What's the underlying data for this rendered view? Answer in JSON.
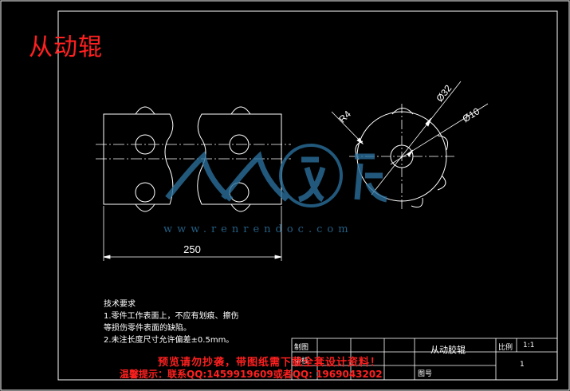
{
  "drawing_title": "从动辊",
  "dimensions": {
    "length": "250",
    "radius": "R4",
    "outer_diameter": "Ø32",
    "inner_diameter": "Ø10"
  },
  "technical_requirements": {
    "heading": "技术要求",
    "lines": [
      "1.零件工作表面上，不应有划痕、擦伤",
      "等损伤零件表面的缺陷。",
      "2.未注长度尺寸允许偏差±0.5mm。"
    ]
  },
  "title_block": {
    "drawn_by": "制图",
    "reviewed_by": "审核",
    "part_name": "从动胶辊",
    "scale_label": "比例",
    "scale_value": "1:1",
    "sheet": "1",
    "material_partial": "图号"
  },
  "watermark": {
    "site_url": "www.renrendoc.com",
    "notice_1": "预览请勿抄袭，带图纸需下载全套设计资料！",
    "notice_2": "温馨提示：联系QQ:1459919609或者QQ: 1969043202"
  },
  "colors": {
    "background": "#000000",
    "lines": "#ffffff",
    "title": "#ff2020",
    "watermark_logo": "#2a6f9a"
  }
}
